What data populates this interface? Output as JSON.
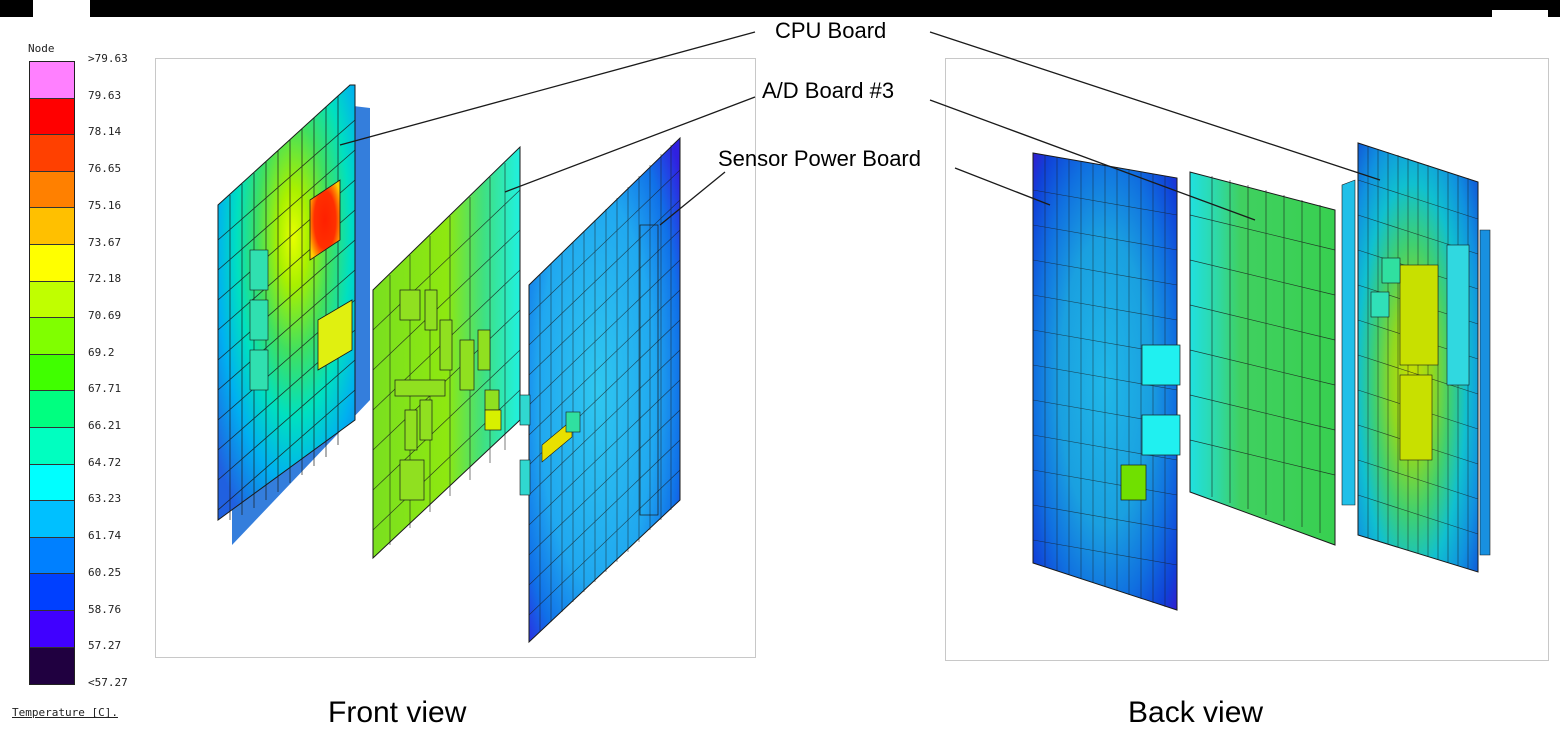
{
  "legend": {
    "title": "Node",
    "unit_label": "Temperature [C].",
    "bands": [
      {
        "label": ">79.63",
        "color": "#ff80ff"
      },
      {
        "label": "79.63",
        "color": "#ff0000"
      },
      {
        "label": "78.14",
        "color": "#ff4000"
      },
      {
        "label": "76.65",
        "color": "#ff8000"
      },
      {
        "label": "75.16",
        "color": "#ffc000"
      },
      {
        "label": "73.67",
        "color": "#ffff00"
      },
      {
        "label": "72.18",
        "color": "#c0ff00"
      },
      {
        "label": "70.69",
        "color": "#80ff00"
      },
      {
        "label": "69.2",
        "color": "#40ff00"
      },
      {
        "label": "67.71",
        "color": "#00ff80"
      },
      {
        "label": "66.21",
        "color": "#00ffc0"
      },
      {
        "label": "64.72",
        "color": "#00ffff"
      },
      {
        "label": "63.23",
        "color": "#00c0ff"
      },
      {
        "label": "61.74",
        "color": "#0080ff"
      },
      {
        "label": "60.25",
        "color": "#0040ff"
      },
      {
        "label": "58.76",
        "color": "#4000ff"
      },
      {
        "label": "57.27",
        "color": "#200040"
      }
    ],
    "tick_labels": [
      ">79.63",
      "79.63",
      "78.14",
      "76.65",
      "75.16",
      "73.67",
      "72.18",
      "70.69",
      "69.2",
      "67.71",
      "66.21",
      "64.72",
      "63.23",
      "61.74",
      "60.25",
      "58.76",
      "57.27",
      "<57.27"
    ]
  },
  "callouts": {
    "cpu_board": "CPU Board",
    "ad_board": "A/D Board #3",
    "sensor_power_board": "Sensor Power Board"
  },
  "captions": {
    "front": "Front view",
    "back": "Back view"
  },
  "colors": {
    "panel_border": "#c8c8c8",
    "mesh_line": "#1a1a1a",
    "background": "#ffffff"
  }
}
